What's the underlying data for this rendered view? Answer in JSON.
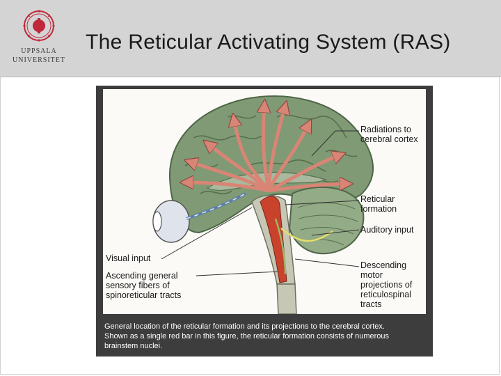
{
  "header": {
    "title": "The Reticular Activating System (RAS)",
    "logo": {
      "line1": "UPPSALA",
      "line2": "UNIVERSITET"
    }
  },
  "figure": {
    "labels": {
      "radiations": "Radiations to\ncerebral cortex",
      "reticular": "Reticular\nformation",
      "auditory": "Auditory input",
      "visual": "Visual input",
      "ascending": "Ascending general\nsensory fibers of\nspinoreticular tracts",
      "descending": "Descending\nmotor\nprojections of\nreticulospinal\ntracts"
    },
    "caption": "General location of the reticular formation and its projections to the cerebral cortex.\nShown as a single red bar in this figure, the reticular formation consists of numerous\nbrainstem nuclei."
  },
  "colors": {
    "header_bg": "#d4d4d4",
    "logo_red": "#c0273a",
    "figure_bg": "#3d3d3d",
    "brain_green": "#7f9a74",
    "arrow_pink": "#e8a59b",
    "reticular_red": "#c9422b"
  }
}
